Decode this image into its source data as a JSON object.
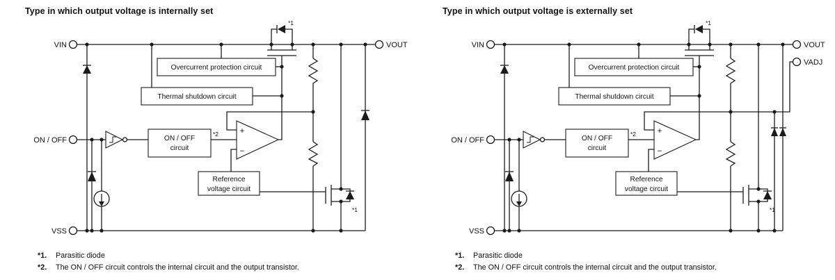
{
  "panels": [
    {
      "title": "Type in which output voltage is internally set",
      "terminals": {
        "vin": "VIN",
        "vout": "VOUT",
        "onoff": "ON / OFF",
        "vss": "VSS"
      },
      "blocks": {
        "overcurrent": "Overcurrent protection circuit",
        "thermal": "Thermal shutdown circuit",
        "onoff1": "ON / OFF",
        "onoff2": "circuit",
        "ref1": "Reference",
        "ref2": "voltage circuit"
      },
      "opamp": {
        "plus": "+",
        "minus": "−"
      },
      "marks": {
        "top_diode": "*1",
        "fet_diode": "*1",
        "onoff_ctl": "*2"
      },
      "footnotes": [
        {
          "label": "*1.",
          "text": "Parasitic diode"
        },
        {
          "label": "*2.",
          "text": "The ON / OFF circuit controls the internal circuit and the output transistor."
        }
      ]
    },
    {
      "title": "Type in which output voltage is externally set",
      "terminals": {
        "vin": "VIN",
        "vout": "VOUT",
        "vadj": "VADJ",
        "onoff": "ON / OFF",
        "vss": "VSS"
      },
      "blocks": {
        "overcurrent": "Overcurrent protection circuit",
        "thermal": "Thermal shutdown circuit",
        "onoff1": "ON / OFF",
        "onoff2": "circuit",
        "ref1": "Reference",
        "ref2": "voltage circuit"
      },
      "opamp": {
        "plus": "+",
        "minus": "−"
      },
      "marks": {
        "top_diode": "*1",
        "fet_diode": "*1",
        "onoff_ctl": "*2"
      },
      "footnotes": [
        {
          "label": "*1.",
          "text": "Parasitic diode"
        },
        {
          "label": "*2.",
          "text": "The ON / OFF circuit controls the internal circuit and the output transistor."
        }
      ]
    }
  ]
}
